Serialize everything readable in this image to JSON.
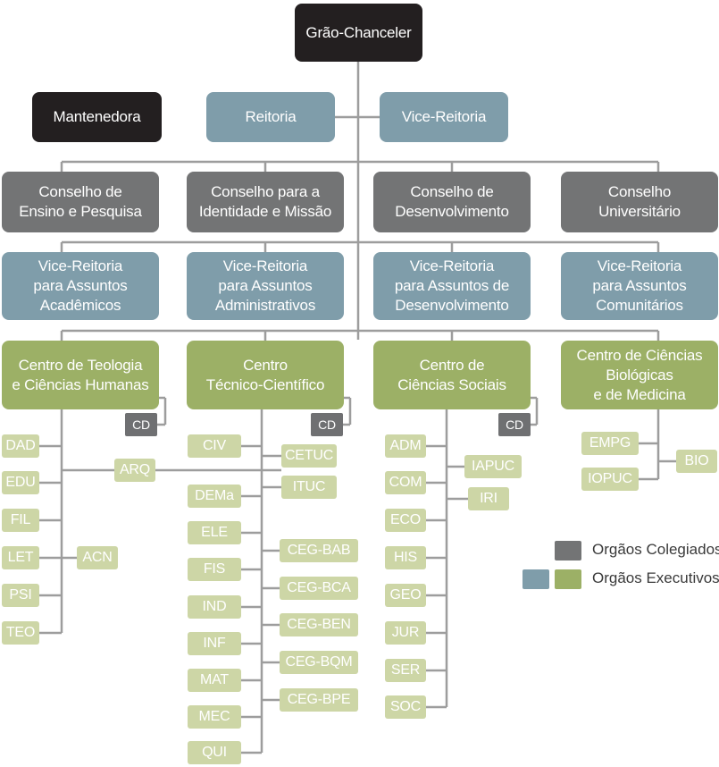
{
  "colors": {
    "executive_dark": "#231f20",
    "executive_blue": "#7f9daa",
    "collegiate_gray": "#737475",
    "centre_green": "#9cb066",
    "unit_green": "#cdd6a6",
    "connector": "#9d9d9d"
  },
  "chart": {
    "top": "Grão-Chanceler",
    "mantenedora": "Mantenedora",
    "reitoria": "Reitoria",
    "vice_reitoria": "Vice-Reitoria",
    "conselhos": [
      "Conselho de\nEnsino e  Pesquisa",
      "Conselho para a\nIdentidade e Missão",
      "Conselho de\nDesenvolvimento",
      "Conselho\nUniversitário"
    ],
    "vice_reitorias": [
      "Vice-Reitoria\npara  Assuntos\nAcadêmicos",
      "Vice-Reitoria\npara Assuntos\nAdministrativos",
      "Vice-Reitoria\npara Assuntos de\nDesenvolvimento",
      "Vice-Reitoria\npara  Assuntos\nComunitários"
    ],
    "centros": [
      "Centro de  Teologia\ne Ciências Humanas",
      "Centro\nTécnico-Científico",
      "Centro de\nCiências Sociais",
      "Centro de Ciências\nBiológicas\ne de Medicina"
    ],
    "cd": "CD",
    "ctch": {
      "departments": [
        "DAD",
        "EDU",
        "FIL",
        "LET",
        "PSI",
        "TEO"
      ],
      "acn": "ACN",
      "arq": "ARQ"
    },
    "ctc": {
      "departments": [
        "CIV",
        "DEMa",
        "ELE",
        "FIS",
        "IND",
        "INF",
        "MAT",
        "MEC",
        "QUI"
      ],
      "units": [
        "CETUC",
        "ITUC",
        "CEG-BAB",
        "CEG-BCA",
        "CEG-BEN",
        "CEG-BQM",
        "CEG-BPE"
      ]
    },
    "ccs": {
      "departments": [
        "ADM",
        "COM",
        "ECO",
        "HIS",
        "GEO",
        "JUR",
        "SER",
        "SOC"
      ],
      "units": [
        "IAPUC",
        "IRI"
      ]
    },
    "ccbm": {
      "departments": [
        "EMPG",
        "IOPUC"
      ],
      "bio": "BIO"
    }
  },
  "legend": {
    "collegiate": "Orgãos Colegiados",
    "executive": "Orgãos Executivos"
  }
}
